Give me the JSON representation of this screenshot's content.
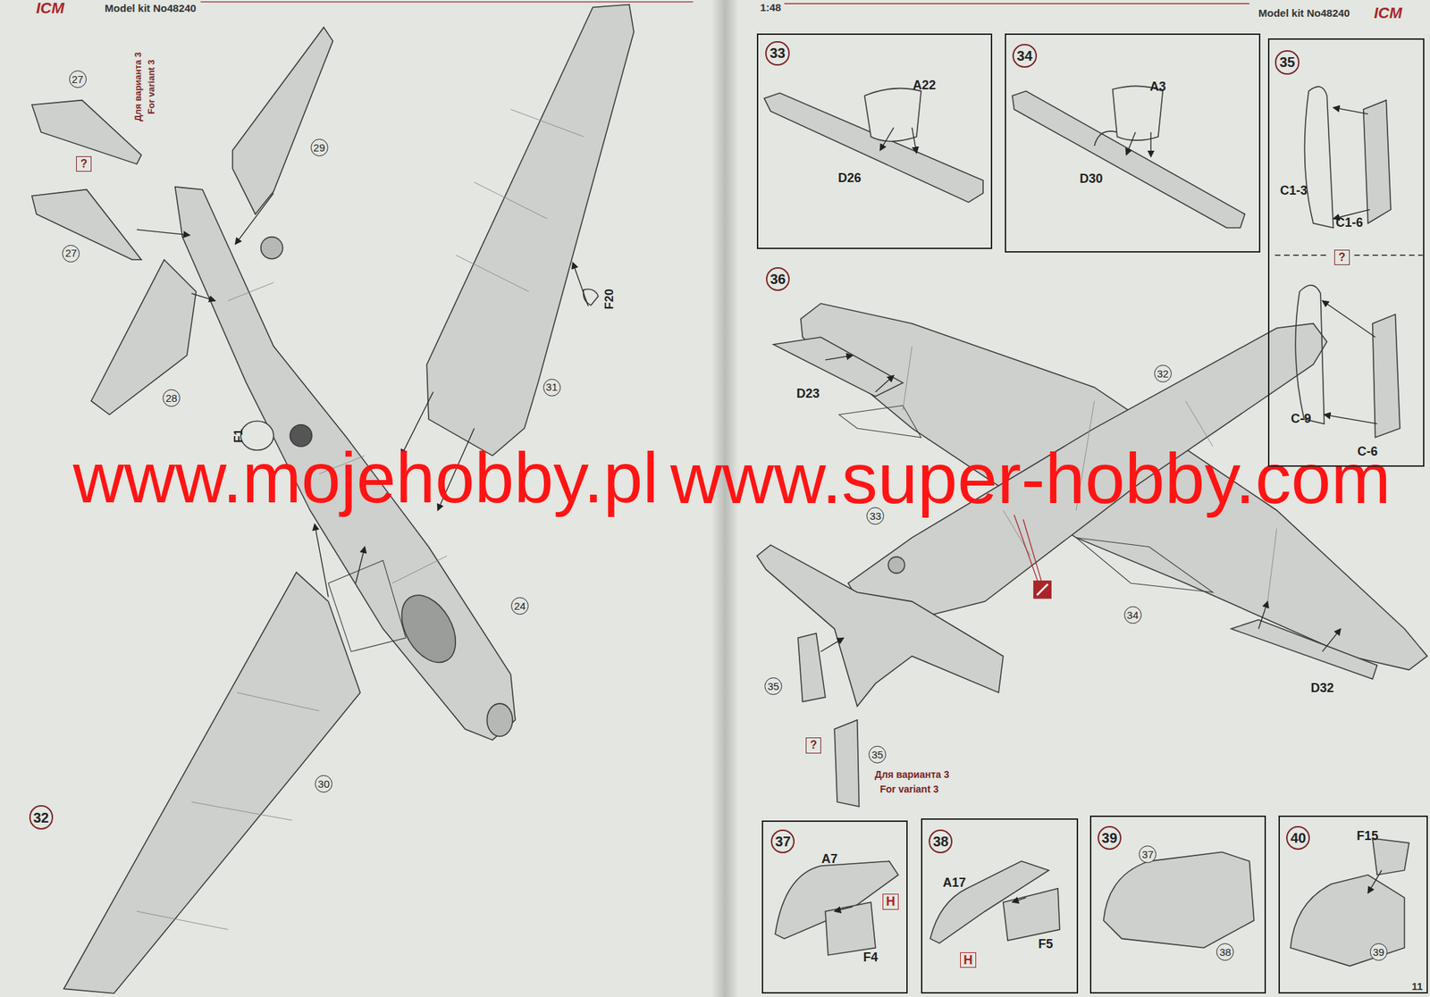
{
  "diagram": {
    "nodes": [
      {
        "text": [
          "32"
        ]
      },
      {
        "text": [
          "A22",
          "D26"
        ]
      },
      {
        "text": [
          "33"
        ],
        "in": 1
      },
      {
        "text": [
          "A3",
          "D30"
        ]
      },
      {
        "text": [
          "34"
        ],
        "in": 3
      },
      {
        "text": [
          "C1-3",
          "C1-6",
          "?",
          "C-9",
          "C-6"
        ]
      },
      {
        "text": [
          "35"
        ],
        "in": 5
      },
      {
        "text": [
          "36"
        ]
      },
      {
        "text": [
          "A7",
          "H",
          "F4"
        ]
      },
      {
        "text": [
          "37"
        ],
        "in": 8
      },
      {
        "text": [
          "A17",
          "F5",
          "H"
        ]
      },
      {
        "text": [
          "38"
        ],
        "in": 10
      },
      {
        "text": [
          "37",
          "38"
        ]
      },
      {
        "text": [
          "39"
        ],
        "in": 12
      },
      {
        "text": [
          "F15",
          "39"
        ]
      },
      {
        "text": [
          "40"
        ],
        "in": 14
      }
    ],
    "edges": [],
    "labels": [
      "Model kit No48240",
      "ICM",
      "Для варианта 3",
      "For variant 3",
      "27",
      "?",
      "27",
      "29",
      "28",
      "F20",
      "31",
      "F1",
      "24",
      "30",
      "1:48",
      "Model kit No48240",
      "ICM",
      "D23",
      "32",
      "33",
      "34",
      "D32",
      "35",
      "?",
      "35",
      "Для варианта 3",
      "For variant 3",
      "11",
      "www.mojehobby.pl",
      "www.super-hobby.com"
    ]
  }
}
